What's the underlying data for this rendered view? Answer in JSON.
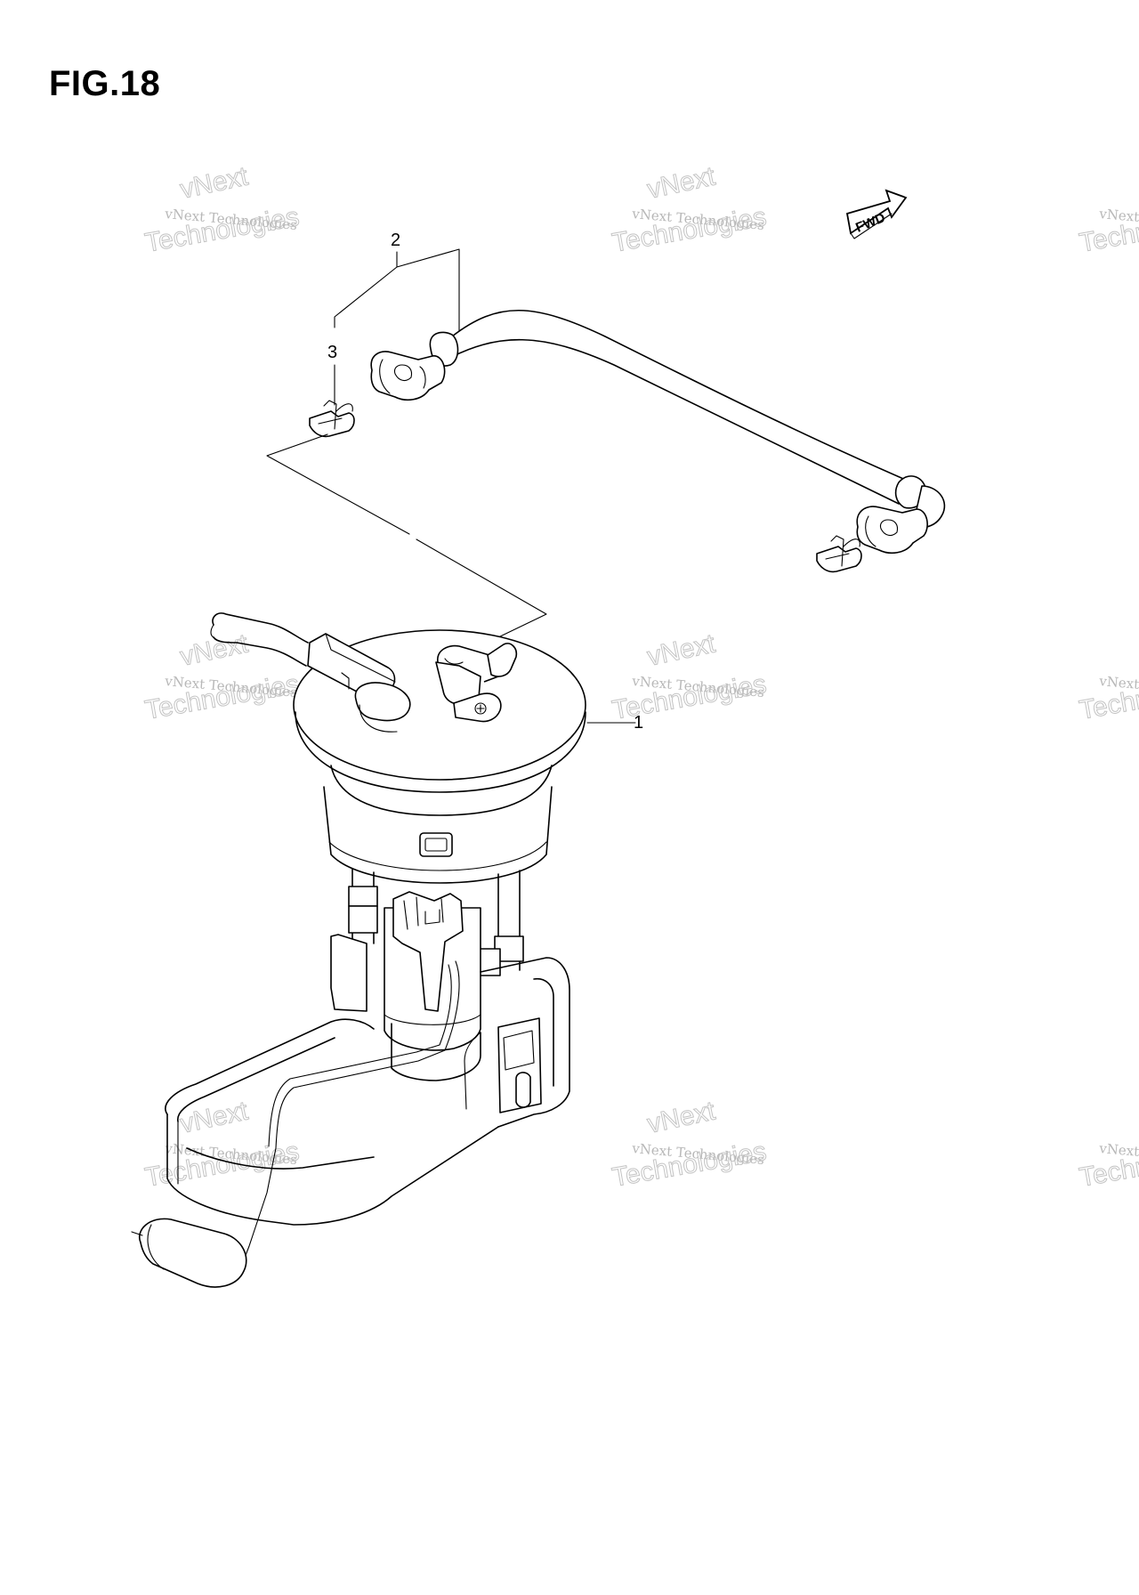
{
  "figure": {
    "title": "FIG.18"
  },
  "callouts": [
    {
      "id": "1",
      "label": "1"
    },
    {
      "id": "2",
      "label": "2"
    },
    {
      "id": "3",
      "label": "3"
    }
  ],
  "direction_badge": {
    "label": "FWD"
  },
  "watermark": {
    "line_small": "vNext Technologies",
    "line_top": "vNext",
    "line_big": "Technologies"
  }
}
